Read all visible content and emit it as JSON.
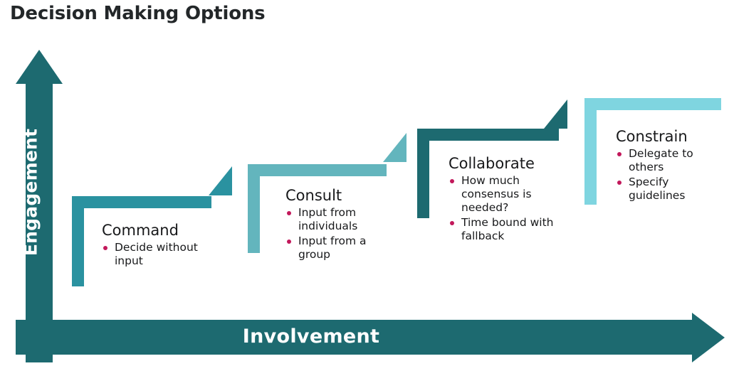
{
  "page": {
    "title": "Decision Making Options",
    "background": "#ffffff",
    "title_color": "#232729"
  },
  "axes": {
    "y": {
      "label": "Engagement",
      "color": "#1d6a70",
      "direction": "up"
    },
    "x": {
      "label": "Involvement",
      "color": "#1d6a70",
      "direction": "right"
    }
  },
  "colors": {
    "bullet": "#c2185b",
    "text": "#18191b",
    "step_1": "#2a92a0",
    "step_2": "#63b5bd",
    "step_3": "#1d6a70",
    "step_4": "#7fd5e0"
  },
  "steps": [
    {
      "id": "command",
      "title": "Command",
      "color": "#2a92a0",
      "bullets": [
        "Decide without input"
      ]
    },
    {
      "id": "consult",
      "title": "Consult",
      "color": "#63b5bd",
      "bullets": [
        "Input from individuals",
        "Input from a group"
      ]
    },
    {
      "id": "collaborate",
      "title": "Collaborate",
      "color": "#1d6a70",
      "bullets": [
        "How much consensus is needed?",
        "Time bound with fallback"
      ]
    },
    {
      "id": "constrain",
      "title": "Constrain",
      "color": "#7fd5e0",
      "bullets": [
        "Delegate to others",
        "Specify guidelines"
      ]
    }
  ]
}
